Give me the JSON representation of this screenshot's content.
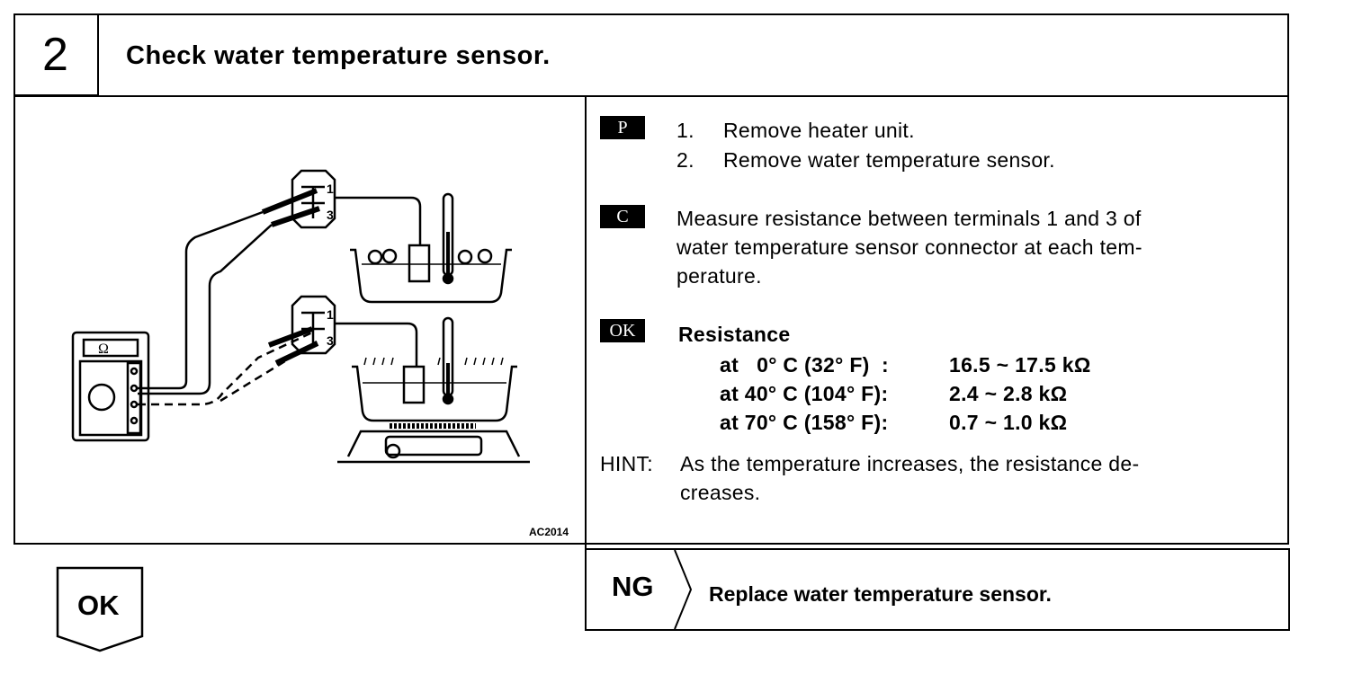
{
  "header": {
    "step_number": "2",
    "title": "Check water temperature sensor."
  },
  "figure": {
    "code": "AC2014",
    "meter_symbol": "Ω",
    "terminal_1": "1",
    "terminal_3": "3"
  },
  "procedure": {
    "p_tag": "P",
    "p_steps": [
      {
        "num": "1.",
        "text": "Remove heater unit."
      },
      {
        "num": "2.",
        "text": "Remove water temperature sensor."
      }
    ],
    "c_tag": "C",
    "c_lines": [
      "Measure resistance between terminals 1 and 3 of",
      "water temperature sensor connector at each tem-",
      "perature."
    ],
    "ok_tag": "OK",
    "resistance_heading": "Resistance",
    "specs": [
      {
        "temp": "at   0° C (32° F)  :",
        "value": "16.5 ~ 17.5 kΩ"
      },
      {
        "temp": "at 40° C (104° F):",
        "value": "2.4 ~ 2.8 kΩ"
      },
      {
        "temp": "at 70° C (158° F):",
        "value": "0.7 ~ 1.0 kΩ"
      }
    ],
    "hint_label": "HINT:",
    "hint_lines": [
      "As the temperature increases, the resistance de-",
      "creases."
    ]
  },
  "ng": {
    "label": "NG",
    "action": "Replace water temperature sensor."
  },
  "ok": {
    "label": "OK"
  }
}
